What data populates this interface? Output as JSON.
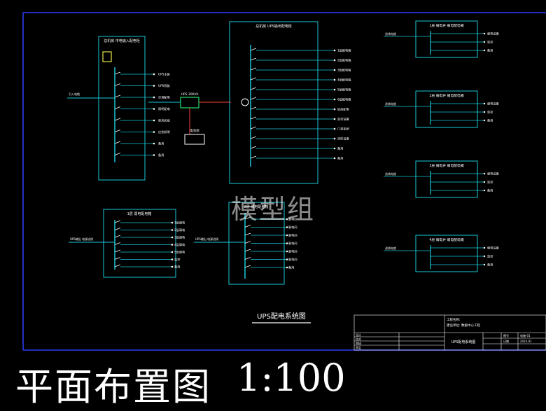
{
  "colors": {
    "frame": "#2f3cff",
    "panel": "#19c9d8",
    "wire": "#19c9d8",
    "text": "#ffffff",
    "label": "#f2f2f2",
    "red": "#ff3a3a",
    "green": "#22e06a",
    "yellow": "#e6e64a",
    "orange": "#ff8a2a",
    "bg": "#000000"
  },
  "footer": {
    "title": "平面布置图",
    "scale": "1:100"
  },
  "watermark": "模型组",
  "diagram_title": "UPS配电系统图",
  "panels": {
    "main_in": {
      "title": "总机房 市电输入配电柜",
      "feeder": "引入电缆",
      "outputs": [
        "UPS主路",
        "UPS旁路",
        "空调配电",
        "照明配电",
        "新风机组",
        "应急照明",
        "备用",
        "备用"
      ]
    },
    "ups_out": {
      "title": "总机房 UPS输出配电柜",
      "outputs": [
        "1层配电箱",
        "2层配电箱",
        "3层配电箱",
        "4层配电箱",
        "5层配电箱",
        "6层配电箱",
        "机房配电",
        "监控设备",
        "门禁系统",
        "消防设备",
        "备用",
        "备用"
      ]
    },
    "ups": {
      "label": "UPS 30KVA",
      "battery": "电池组"
    },
    "floor1": {
      "title": "1层 弱电配电箱",
      "feeder": "UPS输出 电源进线",
      "outputs": [
        "1层弱电",
        "2层弱电",
        "3层弱电",
        "4层弱电",
        "5层弱电",
        "监控",
        "备用"
      ]
    },
    "floor2": {
      "title": "2层 弱电配电箱",
      "feeder": "UPS输出 电源进线",
      "outputs": [
        "弱电间",
        "弱电间",
        "弱电间",
        "弱电间",
        "弱电间",
        "弱电间",
        "备用"
      ]
    },
    "right": [
      {
        "title": "1层 弱电井 弱电配电箱",
        "feeder": "进线电缆",
        "outputs": [
          "弱电设备",
          "监控",
          "备用"
        ]
      },
      {
        "title": "2层 弱电井 弱电配电箱",
        "feeder": "进线电缆",
        "outputs": [
          "弱电设备",
          "监控",
          "备用"
        ]
      },
      {
        "title": "3层 弱电井 弱电配电箱",
        "feeder": "进线电缆",
        "outputs": [
          "弱电设备",
          "监控",
          "备用"
        ]
      },
      {
        "title": "4层 弱电井 弱电配电箱",
        "feeder": "进线电缆",
        "outputs": [
          "弱电设备",
          "监控",
          "备用"
        ]
      }
    ]
  },
  "title_block": {
    "project": "工程名称:",
    "owner": "建设单位: 数据中心工程",
    "drawing_name": "UPS配电系统图",
    "sign": [
      "设计",
      "校对",
      "审核",
      "审定"
    ],
    "meta_labels": [
      "图号",
      "日期"
    ],
    "meta_values": [
      "电施-01",
      "2023.01"
    ]
  }
}
